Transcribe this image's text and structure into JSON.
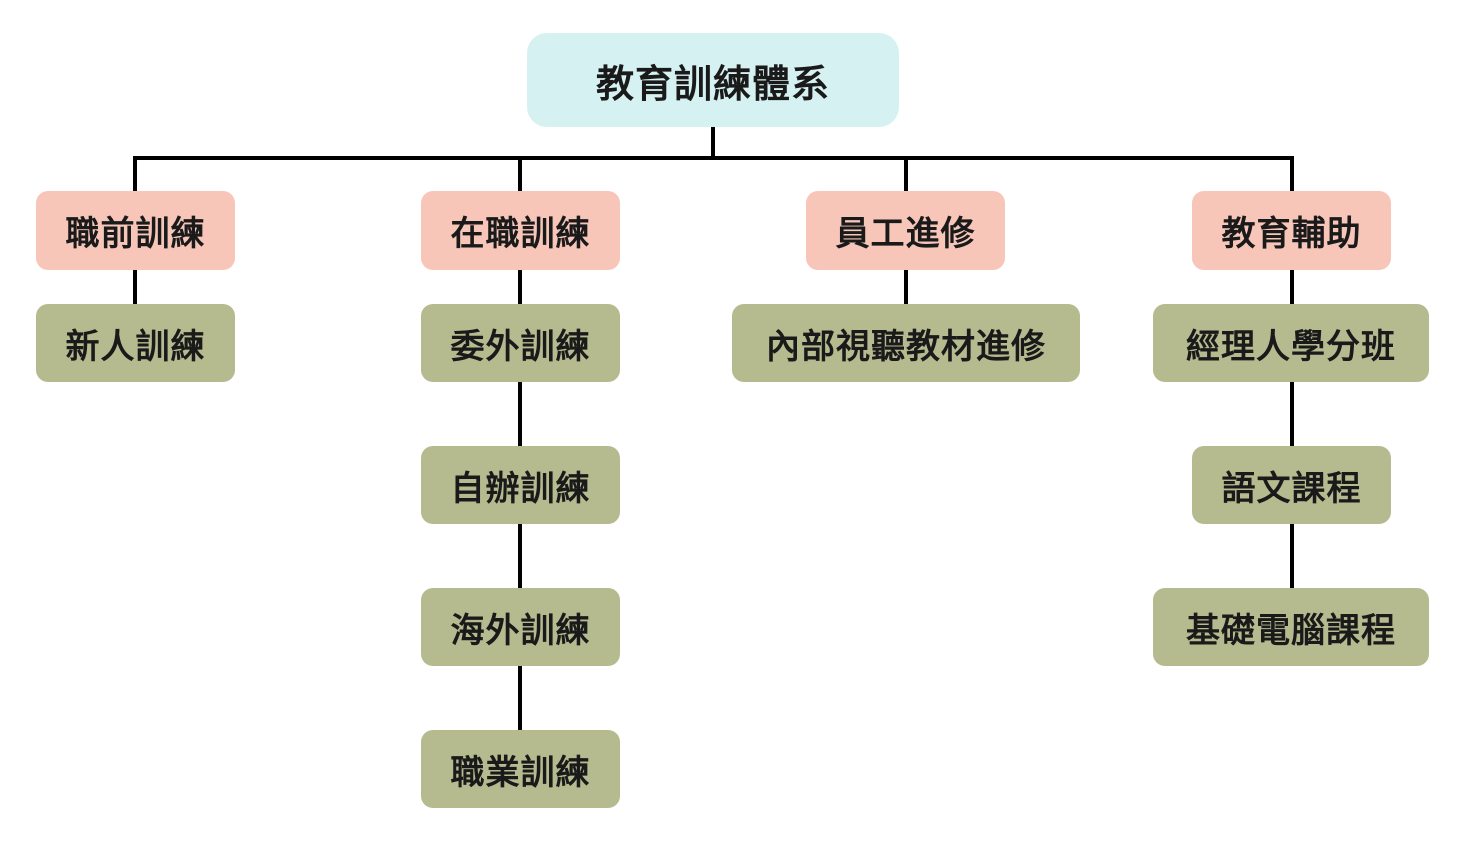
{
  "colors": {
    "root_fill": "#d5f1f2",
    "category_fill": "#f7c6b9",
    "leaf_fill": "#b5bb8f",
    "connector": "#000000"
  },
  "root": {
    "label": "教育訓練體系"
  },
  "categories": [
    {
      "label": "職前訓練",
      "children": [
        {
          "label": "新人訓練"
        }
      ]
    },
    {
      "label": "在職訓練",
      "children": [
        {
          "label": "委外訓練"
        },
        {
          "label": "自辦訓練"
        },
        {
          "label": "海外訓練"
        },
        {
          "label": "職業訓練"
        }
      ]
    },
    {
      "label": "員工進修",
      "children": [
        {
          "label": "內部視聽教材進修"
        }
      ]
    },
    {
      "label": "教育輔助",
      "children": [
        {
          "label": "經理人學分班"
        },
        {
          "label": "語文課程"
        },
        {
          "label": "基礎電腦課程"
        }
      ]
    }
  ]
}
